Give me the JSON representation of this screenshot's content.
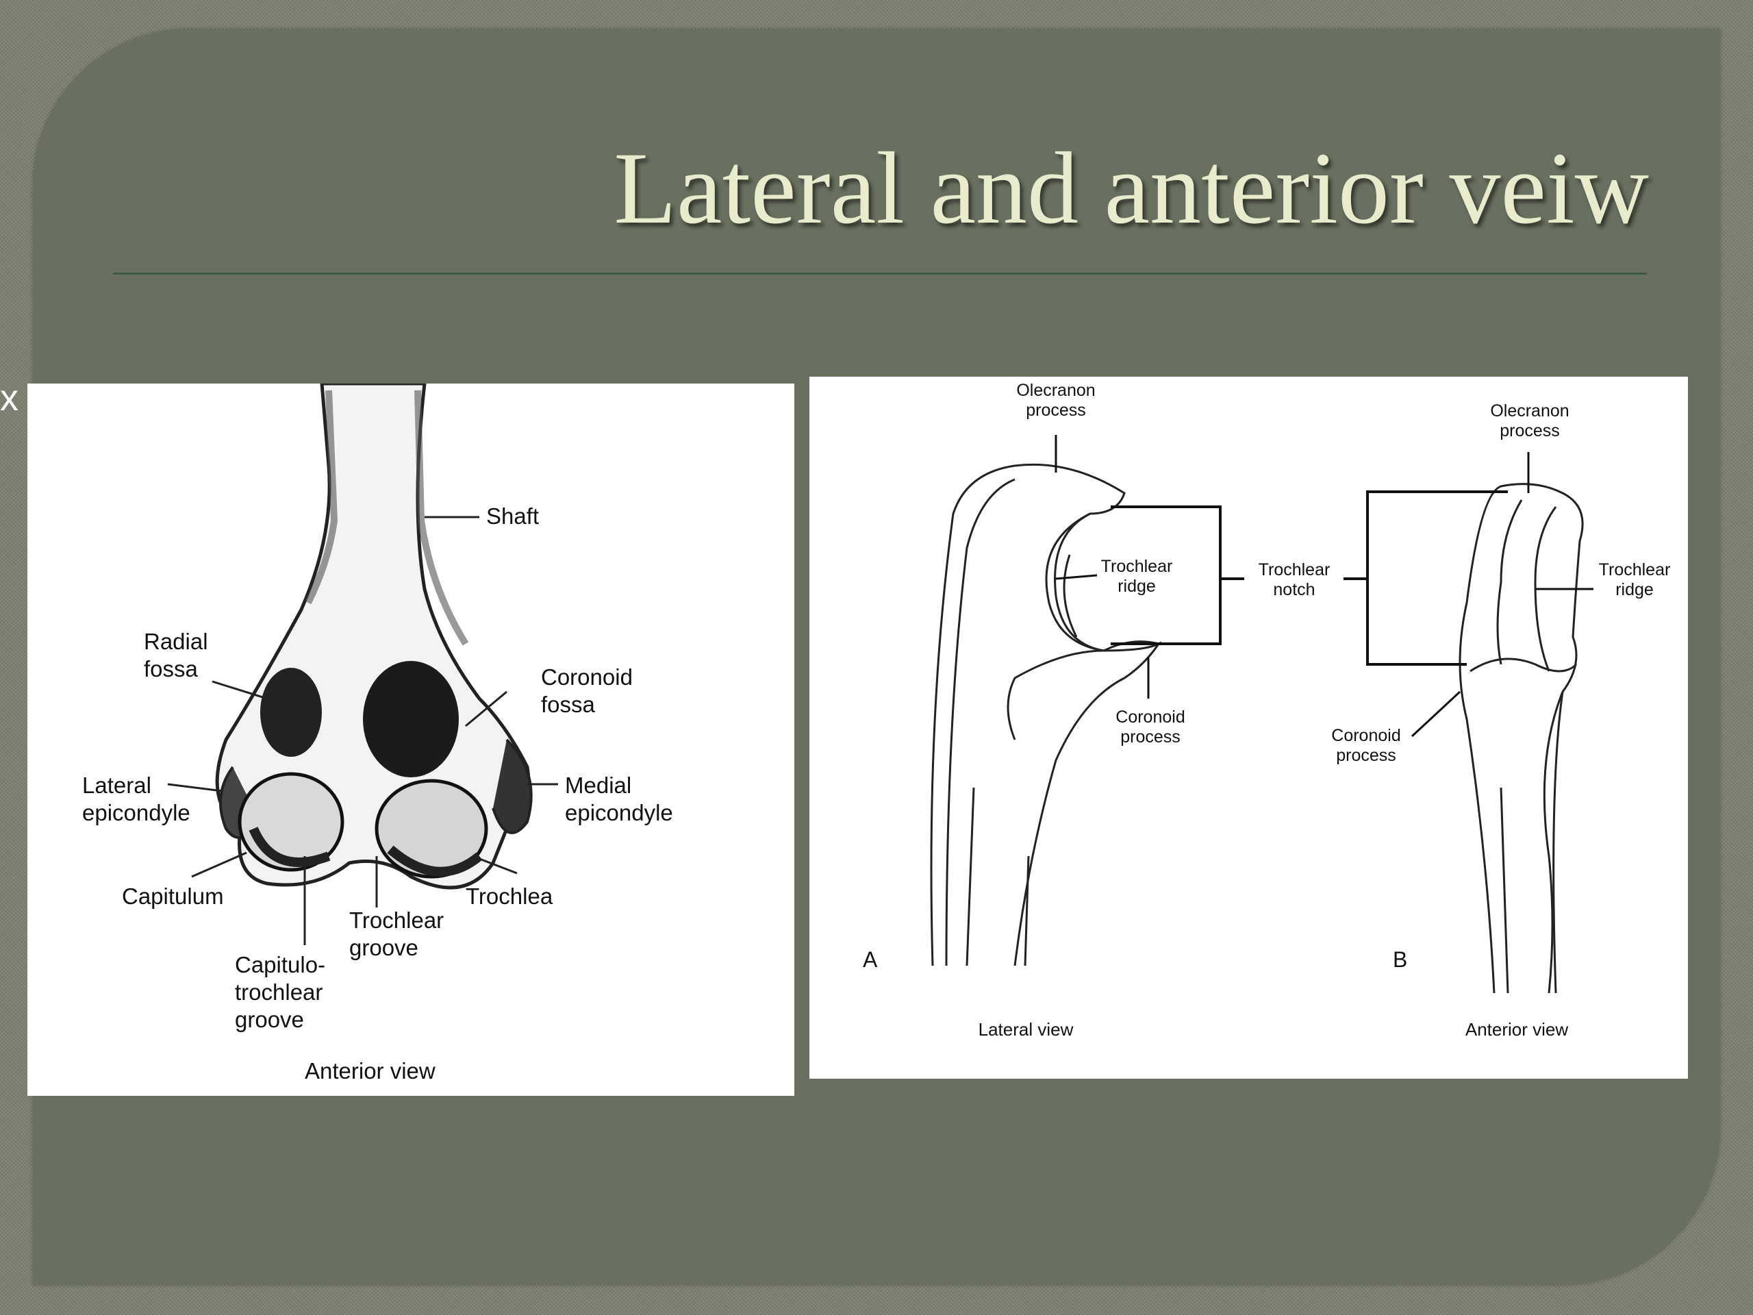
{
  "slide": {
    "title": "Lateral and anterior veiw",
    "stray_mark": "x"
  },
  "left_figure": {
    "labels": {
      "shaft": "Shaft",
      "radial_fossa": [
        "Radial",
        "fossa"
      ],
      "coronoid_fossa": [
        "Coronoid",
        "fossa"
      ],
      "lateral_epicondyle": [
        "Lateral",
        "epicondyle"
      ],
      "medial_epicondyle": [
        "Medial",
        "epicondyle"
      ],
      "capitulum": "Capitulum",
      "trochlea": "Trochlea",
      "trochlear_groove": [
        "Trochlear",
        "groove"
      ],
      "capitulotrochlear_groove": [
        "Capitulo-",
        "trochlear",
        "groove"
      ]
    },
    "caption": "Anterior view"
  },
  "right_figure": {
    "panel_a": {
      "letter": "A",
      "caption": "Lateral view",
      "olecranon": [
        "Olecranon",
        "process"
      ],
      "trochlear_ridge": [
        "Trochlear",
        "ridge"
      ],
      "coronoid": [
        "Coronoid",
        "process"
      ]
    },
    "shared_label": [
      "Trochlear",
      "notch"
    ],
    "panel_b": {
      "letter": "B",
      "caption": "Anterior view",
      "olecranon": [
        "Olecranon",
        "process"
      ],
      "trochlear_ridge": [
        "Trochlear",
        "ridge"
      ],
      "coronoid": [
        "Coronoid",
        "process"
      ]
    }
  }
}
